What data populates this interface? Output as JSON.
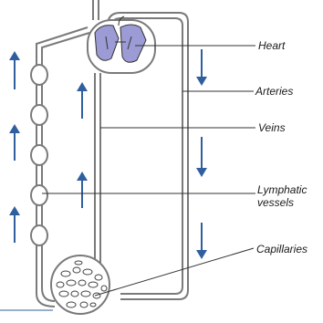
{
  "labels": {
    "heart": "Heart",
    "arteries": "Arteries",
    "veins": "Veins",
    "lymphatic_line1": "Lymphatic",
    "lymphatic_line2": "vessels",
    "capillaries": "Capillaries"
  },
  "colors": {
    "vessel_stroke": "#7a7a7a",
    "heart_fill": "#9c9bd6",
    "arrow": "#2f5f9e",
    "leader": "#333333"
  }
}
